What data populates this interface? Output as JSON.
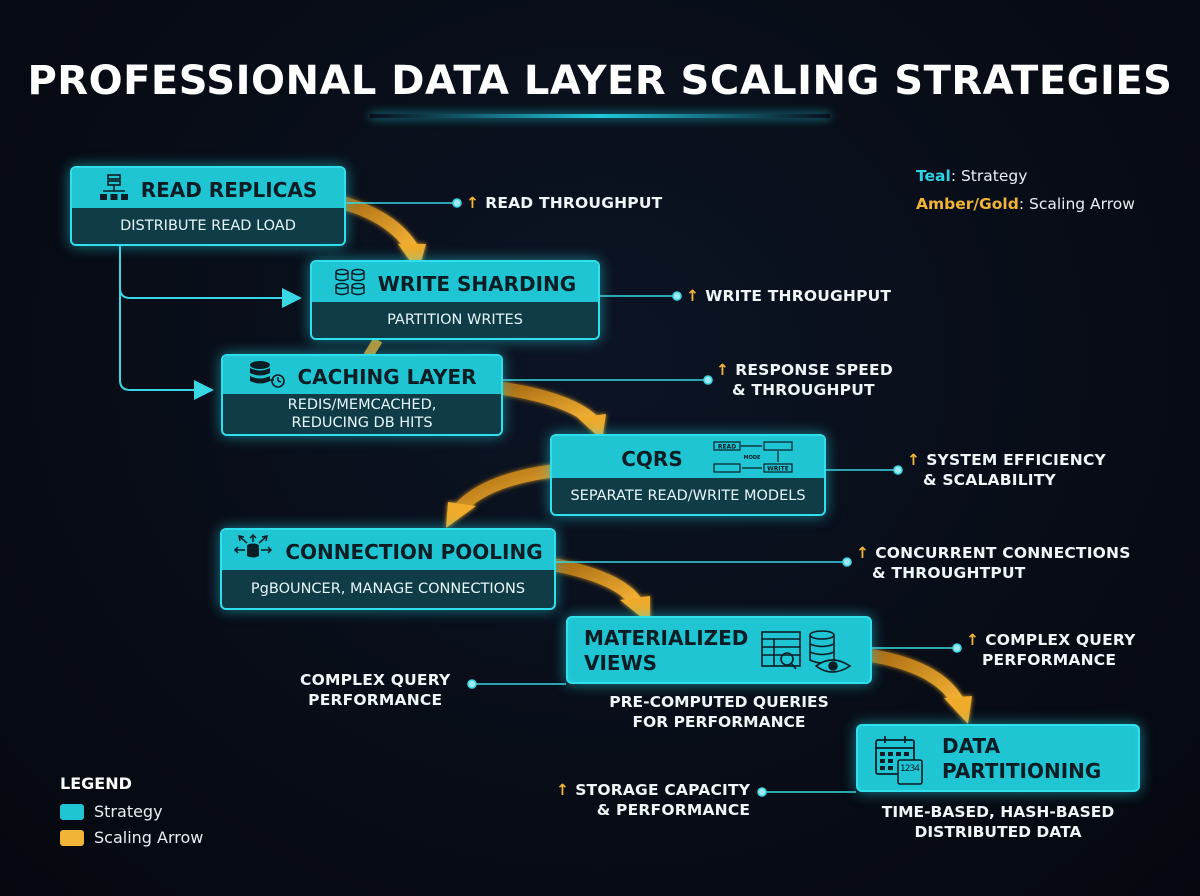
{
  "title": "PROFESSIONAL DATA LAYER SCALING STRATEGIES",
  "key": {
    "teal_label": "Teal",
    "teal_text": ": Strategy",
    "amber_label": "Amber/Gold",
    "amber_text": ": Scaling Arrow"
  },
  "colors": {
    "teal": "#1fc5d3",
    "amber": "#f2b437",
    "background": "#070b14"
  },
  "nodes": [
    {
      "id": "read_replicas",
      "title": "READ REPLICAS",
      "subtitle": "DISTRIBUTE READ LOAD",
      "icon": "server-network-icon"
    },
    {
      "id": "write_sharding",
      "title": "WRITE SHARDING",
      "subtitle": "PARTITION WRITES",
      "icon": "database-shards-icon"
    },
    {
      "id": "caching_layer",
      "title": "CACHING LAYER",
      "subtitle_line1": "REDIS/MEMCACHED,",
      "subtitle_line2": "REDUCING DB HITS",
      "icon": "database-clock-icon"
    },
    {
      "id": "cqrs",
      "title": "CQRS",
      "subtitle": "SEPARATE READ/WRITE MODELS",
      "icon": "flow-diagram-icon",
      "icon_labels": [
        "READ",
        "MODE",
        "WRITE"
      ]
    },
    {
      "id": "connection_pooling",
      "title": "CONNECTION POOLING",
      "subtitle": "PgBOUNCER, MANAGE CONNECTIONS",
      "icon": "database-fanout-icon"
    },
    {
      "id": "materialized_views",
      "title_line1": "MATERIALIZED",
      "title_line2": "VIEWS",
      "caption_line1": "PRE-COMPUTED QUERIES",
      "caption_line2": "FOR PERFORMANCE",
      "icon": "table-eye-icon"
    },
    {
      "id": "data_partitioning",
      "title_line1": "DATA",
      "title_line2": "PARTITIONING",
      "caption_line1": "TIME-BASED, HASH-BASED",
      "caption_line2": "DISTRIBUTED DATA",
      "icon": "calendar-partition-icon",
      "icon_digits": "1 2 3 4"
    }
  ],
  "benefits": {
    "read_throughput": "READ THROUGHPUT",
    "write_throughput": "WRITE THROUGHPUT",
    "response_line1": "RESPONSE SPEED",
    "response_line2": "& THROUGHPUT",
    "system_line1": "SYSTEM EFFICIENCY",
    "system_line2": "& SCALABILITY",
    "concurrent_line1": "CONCURRENT CONNECTIONS",
    "concurrent_line2": "& THROUGHTPUT",
    "complex_right_line1": "COMPLEX QUERY",
    "complex_right_line2": "PERFORMANCE",
    "complex_left_line1": "COMPLEX QUERY",
    "complex_left_line2": "PERFORMANCE",
    "storage_line1": "STORAGE CAPACITY",
    "storage_line2": "& PERFORMANCE",
    "up_arrow": "↑"
  },
  "legend": {
    "title": "LEGEND",
    "items": [
      {
        "label": "Strategy",
        "color": "#1fc5d3"
      },
      {
        "label": "Scaling Arrow",
        "color": "#f2b437"
      }
    ]
  }
}
